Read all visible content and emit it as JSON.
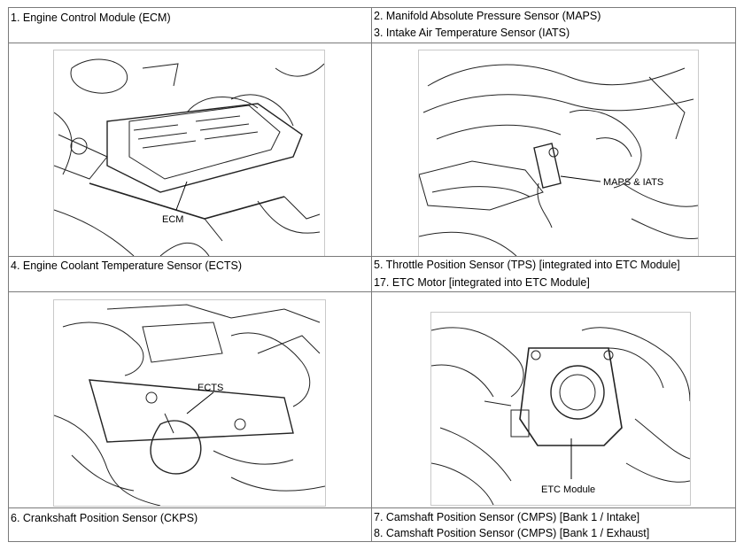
{
  "rows": [
    {
      "left": {
        "lines": [
          "1. Engine Control Module (ECM)"
        ]
      },
      "right": {
        "lines": [
          "2. Manifold Absolute Pressure Sensor (MAPS)",
          "3. Intake Air Temperature Sensor (IATS)"
        ]
      }
    },
    {
      "left_figure": {
        "callout": "ECM"
      },
      "right_figure": {
        "callout": "MAPS & IATS"
      }
    },
    {
      "left": {
        "lines": [
          "4. Engine Coolant Temperature Sensor (ECTS)"
        ]
      },
      "right": {
        "lines": [
          "5. Throttle Position Sensor (TPS) [integrated into ETC Module]",
          "17. ETC Motor [integrated into ETC Module]"
        ]
      }
    },
    {
      "left_figure": {
        "callout": "ECTS"
      },
      "right_figure": {
        "callout": "ETC Module"
      }
    },
    {
      "left": {
        "lines": [
          "6. Crankshaft Position Sensor (CKPS)"
        ]
      },
      "right": {
        "lines": [
          "7. Camshaft Position Sensor (CMPS) [Bank 1 / Intake]",
          "8. Camshaft Position Sensor (CMPS) [Bank 1 / Exhaust]"
        ]
      }
    }
  ]
}
